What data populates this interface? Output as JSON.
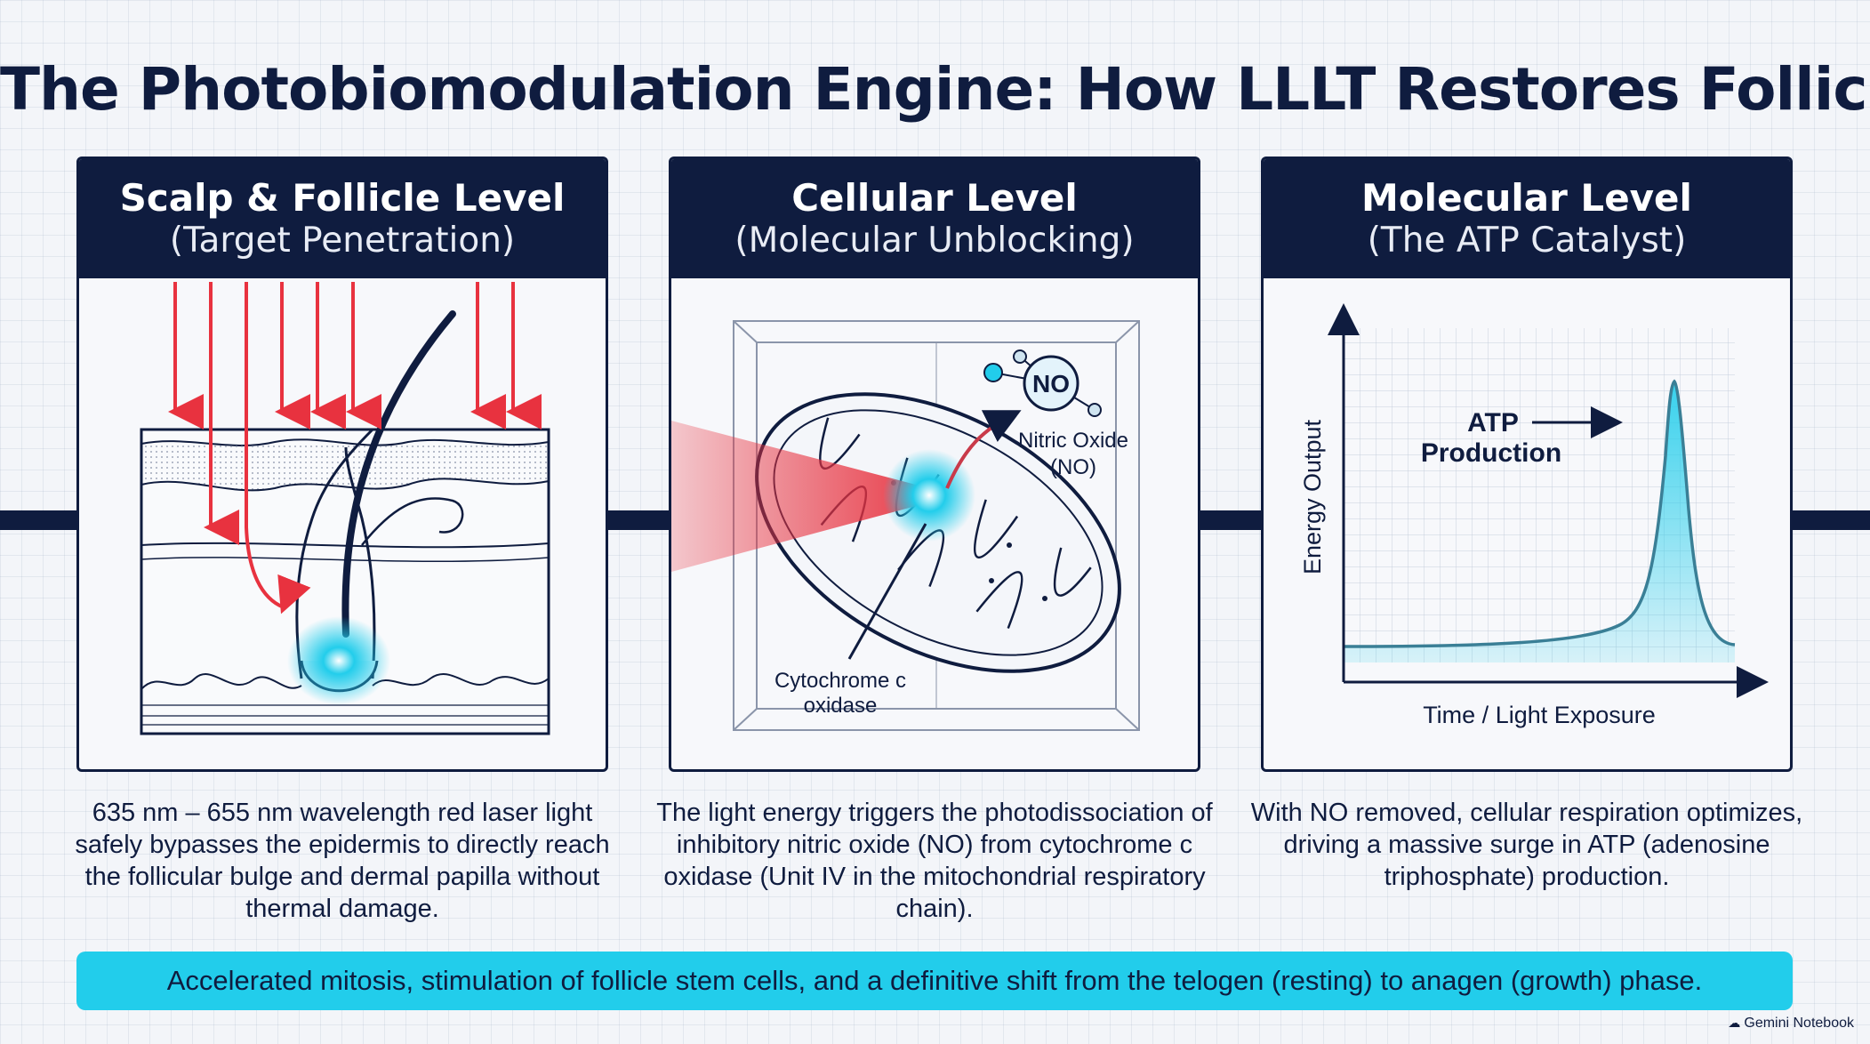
{
  "title": "The Photobiomodulation Engine: How LLLT Restores Follicles",
  "panels": [
    {
      "title": "Scalp & Follicle Level",
      "subtitle": "(Target Penetration)",
      "caption": "635 nm – 655 nm wavelength red laser light safely bypasses the epidermis to directly reach the follicular bulge and dermal papilla without thermal damage."
    },
    {
      "title": "Cellular Level",
      "subtitle": "(Molecular Unblocking)",
      "labels": {
        "no_symbol": "NO",
        "nitric_oxide": "Nitric Oxide",
        "nitric_oxide_abbr": "(NO)",
        "cytochrome_line1": "Cytochrome c",
        "cytochrome_line2": "oxidase"
      },
      "caption": "The light energy triggers the photodissociation of inhibitory nitric oxide (NO) from cytochrome c oxidase (Unit IV in the mitochondrial respiratory chain)."
    },
    {
      "title": "Molecular Level",
      "subtitle": "(The ATP Catalyst)",
      "labels": {
        "annotation_line1": "ATP",
        "annotation_line2": "Production",
        "ylabel": "Energy Output",
        "xlabel": "Time / Light Exposure"
      },
      "caption": "With NO removed, cellular respiration optimizes, driving a massive surge in ATP (adenosine triphosphate) production."
    }
  ],
  "banner": "Accelerated mitosis, stimulation of follicle stem cells, and a definitive shift from the telogen (resting) to anagen (growth) phase.",
  "watermark": "Gemini Notebook",
  "colors": {
    "navy": "#0f1c3f",
    "laser_red": "#e8323f",
    "glow_cyan": "#22cdeb",
    "banner": "#22cdeb"
  }
}
